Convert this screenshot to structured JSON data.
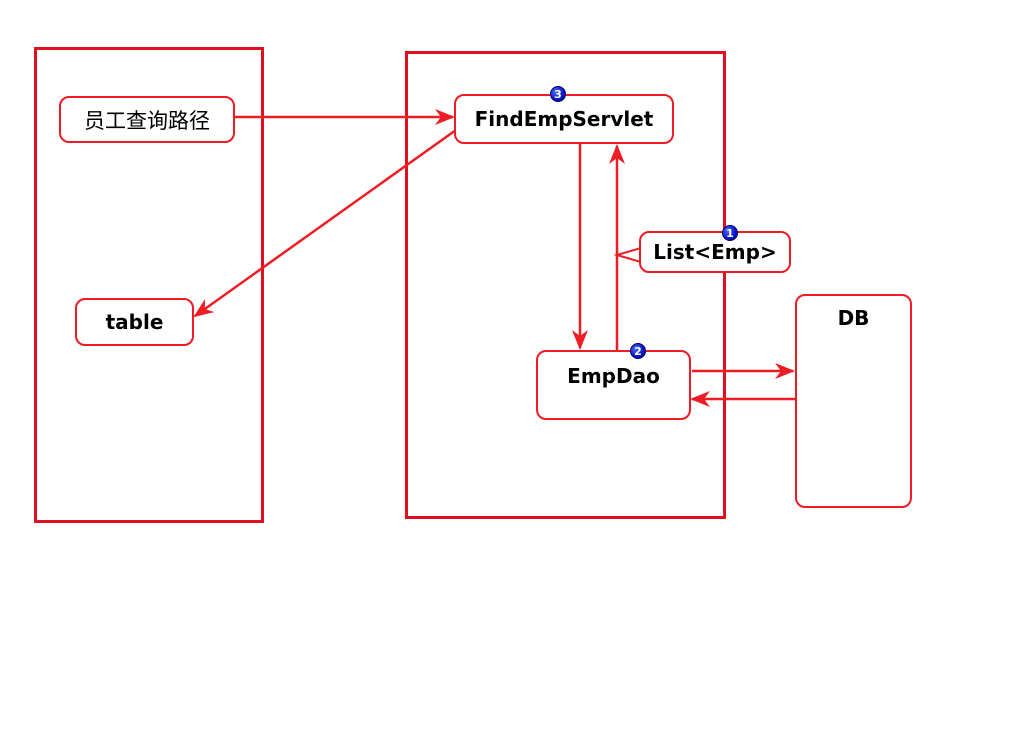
{
  "nodes": {
    "query_path": "员工查询路径",
    "servlet": "FindEmpServlet",
    "list": "List<Emp>",
    "dao": "EmpDao",
    "table": "table",
    "db": "DB"
  },
  "badges": {
    "servlet": "3",
    "list": "1",
    "dao": "2"
  },
  "colors": {
    "line": "#ee1c24",
    "badge": "#0a14c8"
  }
}
